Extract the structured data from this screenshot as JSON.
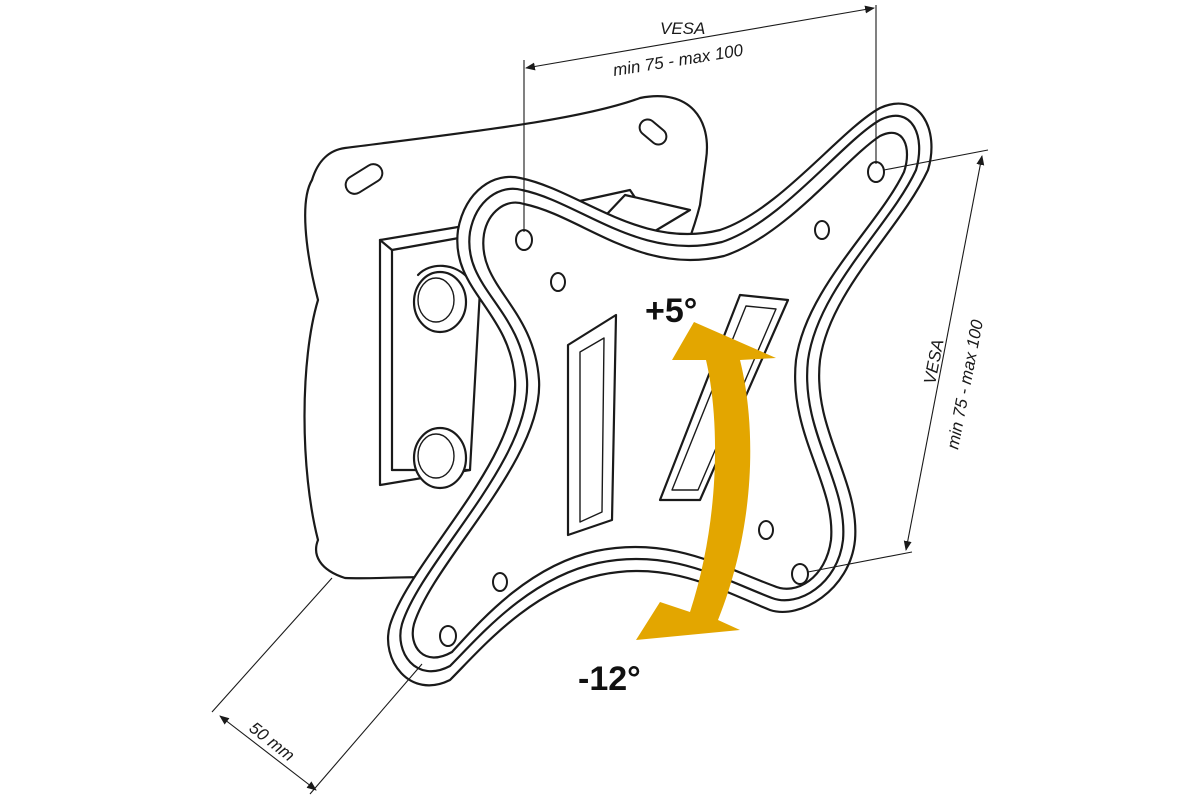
{
  "dimensions": {
    "vesa_top": {
      "line1": "VESA",
      "line2": "min 75 - max 100"
    },
    "vesa_right": {
      "line1": "VESA",
      "line2": "min 75 - max 100"
    },
    "depth": {
      "label": "50 mm"
    }
  },
  "tilt": {
    "up_label": "+5°",
    "down_label": "-12°",
    "arrow_color": "#E3A600"
  },
  "colors": {
    "line": "#1a1a1a",
    "background": "#ffffff"
  }
}
